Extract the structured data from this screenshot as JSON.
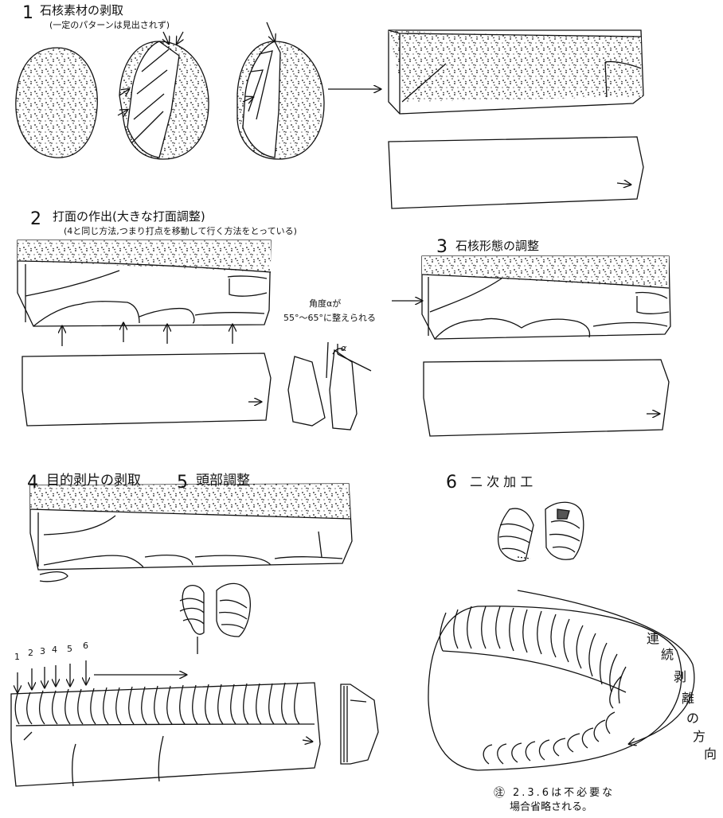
{
  "steps": [
    {
      "num": "1",
      "title": "石核素材の剥取",
      "note": "(一定のパターンは見出されず)"
    },
    {
      "num": "2",
      "title": "打面の作出(大きな打面調整)",
      "note": "(4と同じ方法,つまり打点を移動して行く方法をとっている)"
    },
    {
      "num": "3",
      "title": "石核形態の調整"
    },
    {
      "num": "4",
      "title": "目的剥片の剥取"
    },
    {
      "num": "5",
      "title": "頭部調整"
    },
    {
      "num": "6",
      "title": "二 次 加 工"
    }
  ],
  "angle_note": {
    "line1": "角度αが",
    "line2": "55°〜65°に整えられる",
    "alpha": "α"
  },
  "sequence_numbers": [
    "1",
    "2",
    "3",
    "4",
    "5",
    "6"
  ],
  "direction_label": [
    "連",
    "続",
    "剥",
    "離",
    "の",
    "方",
    "向"
  ],
  "footnote": {
    "mark": "㊟",
    "line1": "2.3.6は不必要な",
    "line2": "場合省略される。"
  }
}
